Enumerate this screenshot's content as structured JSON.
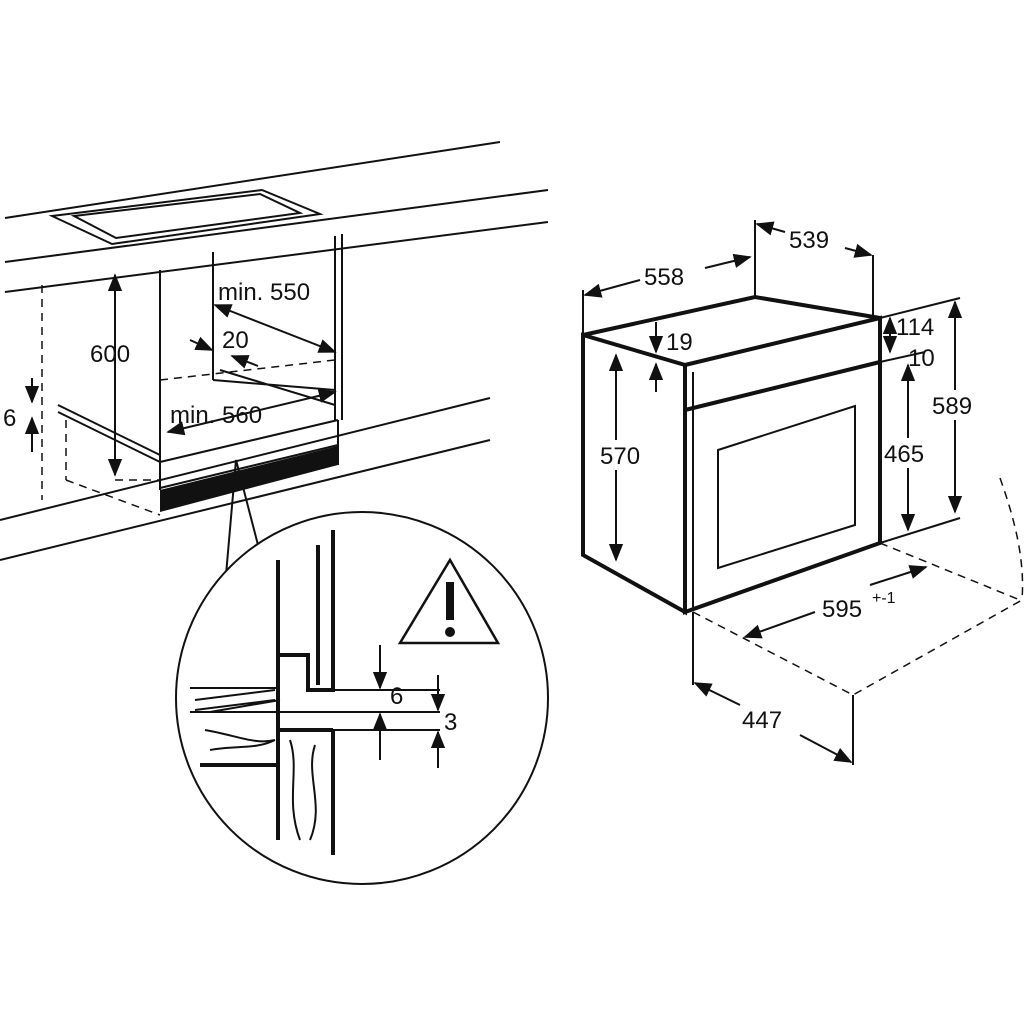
{
  "installation": {
    "cabinet_height": "600",
    "min_depth": "min. 550",
    "rail_offset": "20",
    "min_width": "min. 560",
    "side_gap": "6"
  },
  "detail": {
    "gap_top": "6",
    "gap_bottom": "3",
    "warning_icon": "warning-triangle"
  },
  "oven": {
    "depth_total": "558",
    "depth_body": "539",
    "front_thickness": "19",
    "panel_height": "114",
    "panel_gap": "10",
    "body_height": "570",
    "inner_height": "465",
    "total_height": "589",
    "width": "595",
    "width_tolerance": "+-1",
    "door_open": "447"
  }
}
